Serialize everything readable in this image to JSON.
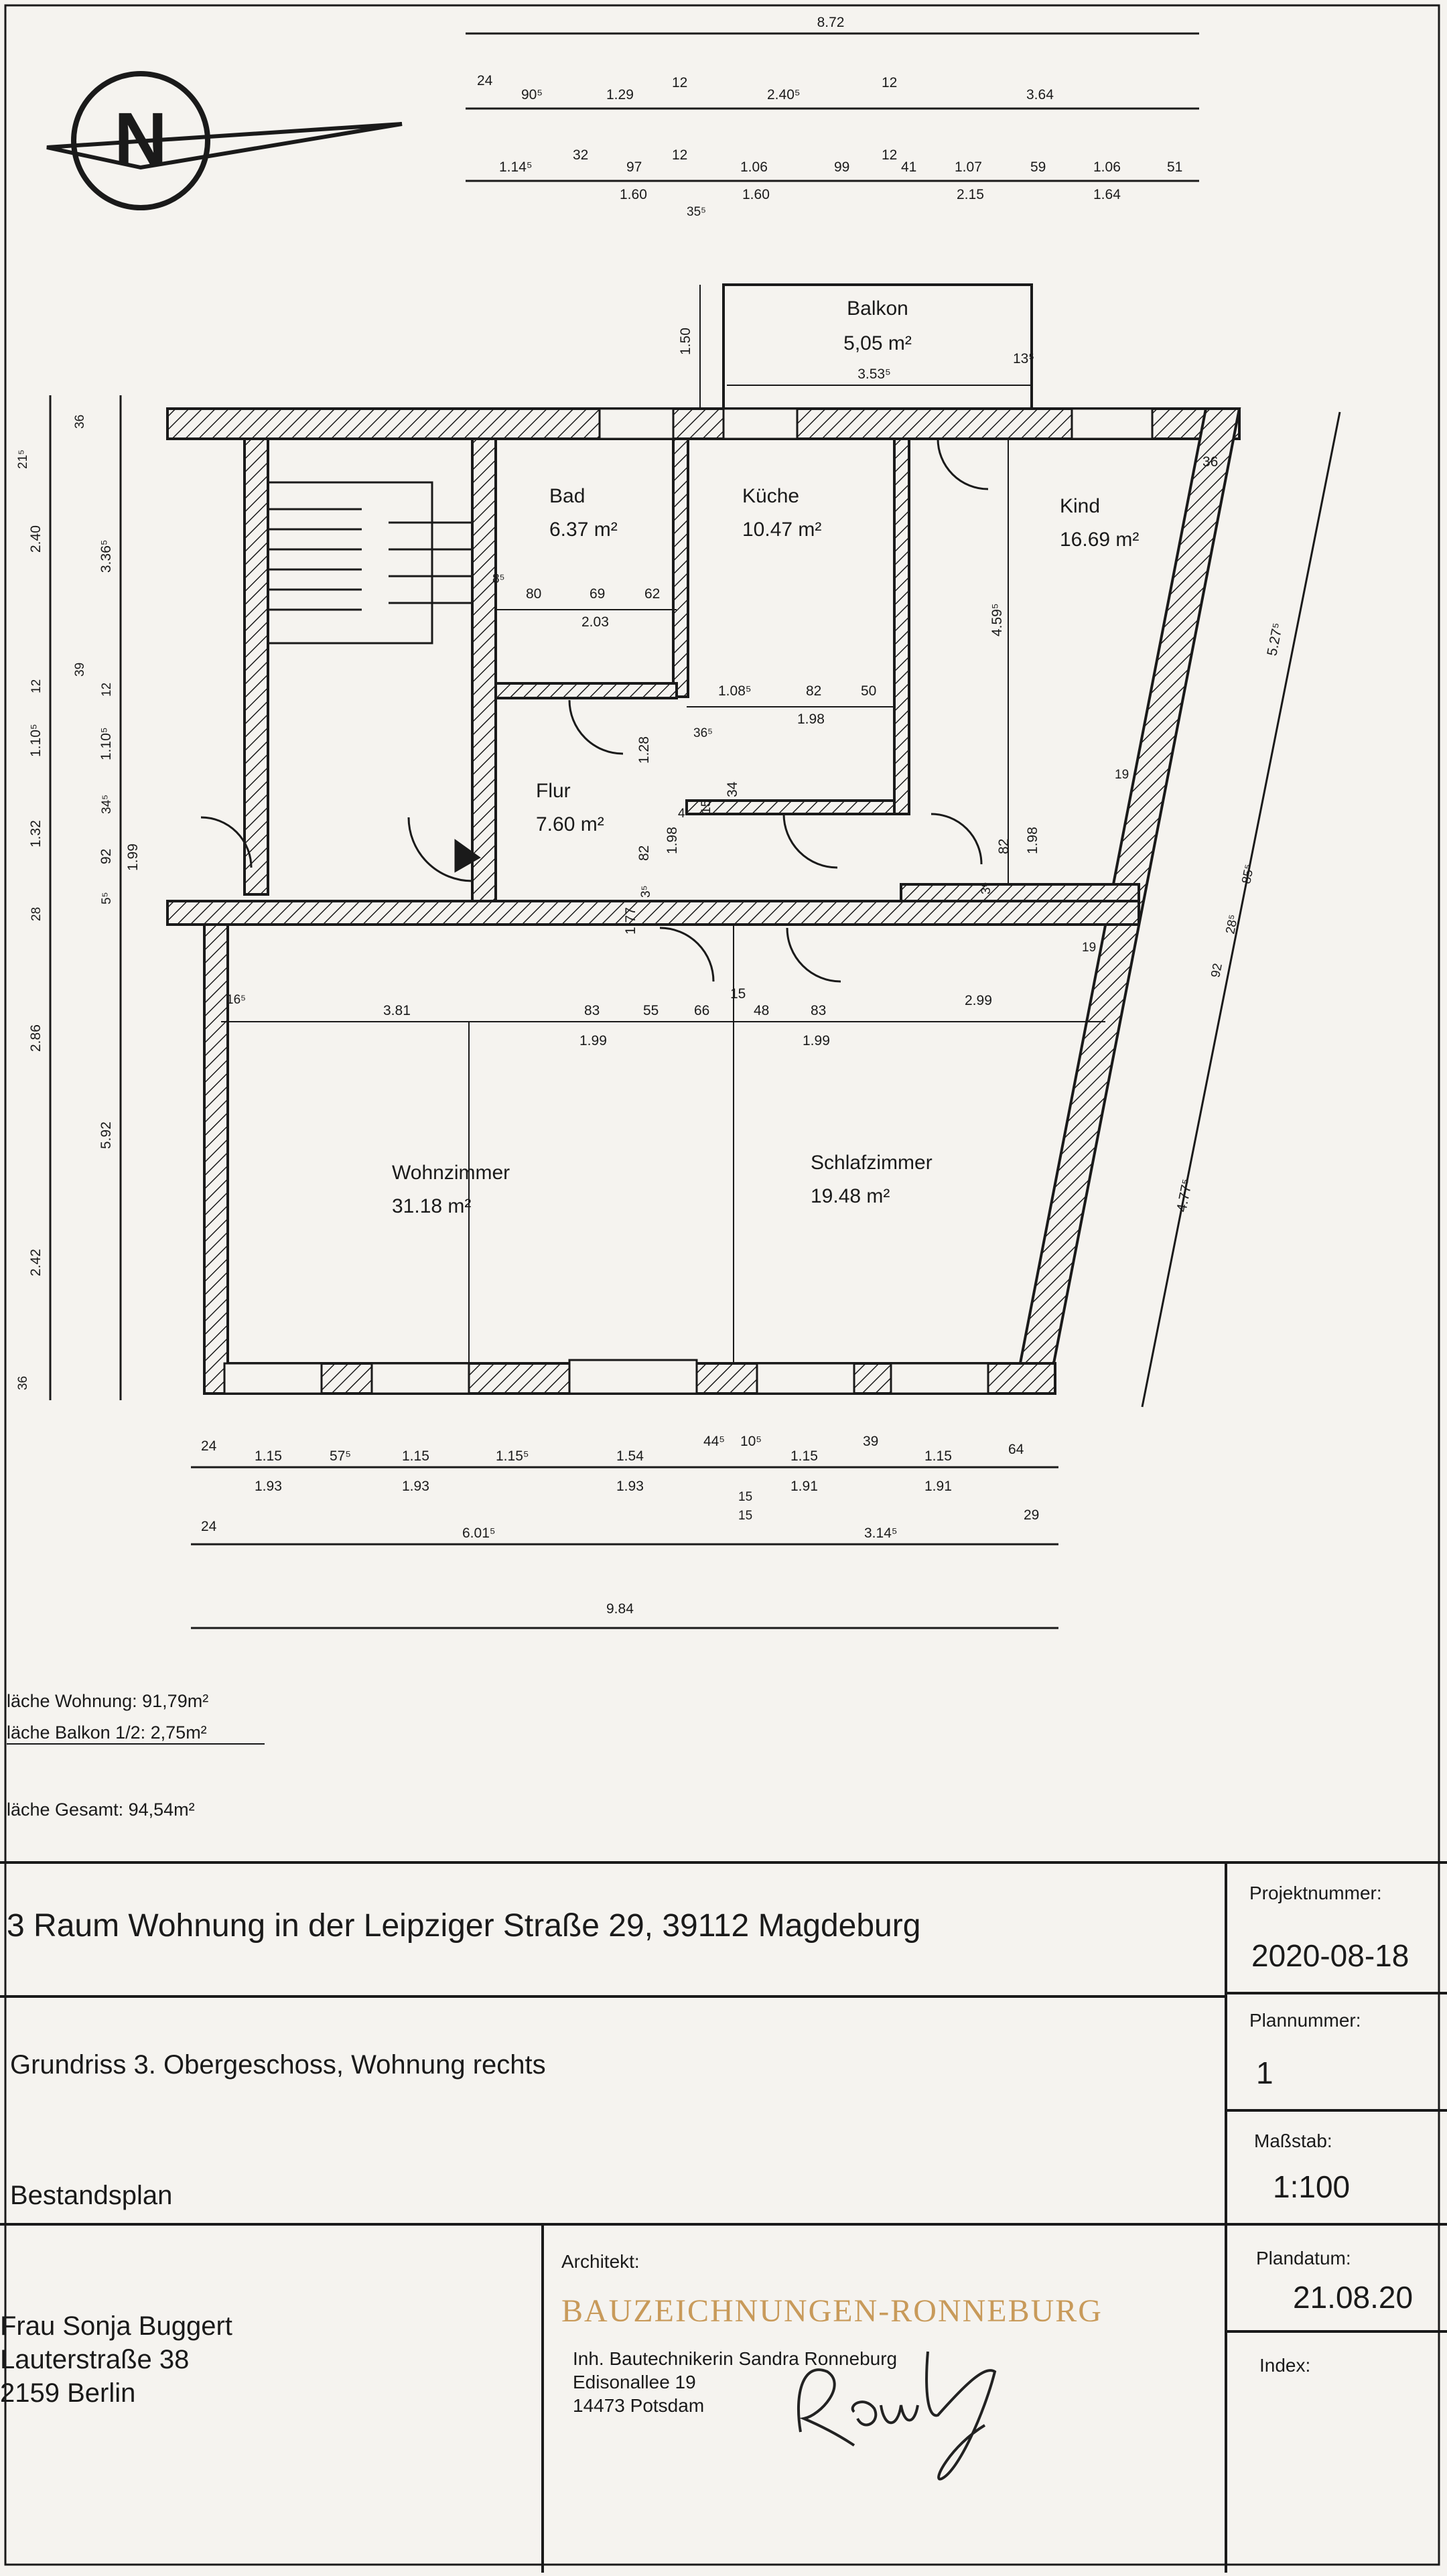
{
  "north_label": "N",
  "balcony": {
    "name": "Balkon",
    "area": "5,05 m²",
    "width": "3.53⁵",
    "depth": "1.50",
    "side": "13⁵"
  },
  "rooms": {
    "bad": {
      "name": "Bad",
      "area": "6.37 m²"
    },
    "kueche": {
      "name": "Küche",
      "area": "10.47 m²"
    },
    "kind": {
      "name": "Kind",
      "area": "16.69 m²"
    },
    "flur": {
      "name": "Flur",
      "area": "7.60 m²"
    },
    "wohnzimmer": {
      "name": "Wohnzimmer",
      "area": "31.18 m²"
    },
    "schlafzimmer": {
      "name": "Schlafzimmer",
      "area": "19.48 m²"
    }
  },
  "top_dims": {
    "overall": "8.72",
    "row1": [
      "24",
      "90⁵",
      "1.29",
      "12",
      "2.40⁵",
      "12",
      "3.64"
    ],
    "row2_top": [
      "1.14⁵",
      "32",
      "97",
      "12",
      "1.06",
      "99",
      "12",
      "41",
      "1.07",
      "59",
      "1.06",
      "51"
    ],
    "row2_bottom": [
      "1.60",
      "35⁵",
      "1.60",
      "2.15",
      "1.64"
    ]
  },
  "interior_dims": {
    "bad_row": [
      "80",
      "69",
      "62"
    ],
    "bad_total": "2.03",
    "kueche_row": [
      "1.08⁵",
      "82",
      "50"
    ],
    "kueche_total": "1.98",
    "kind_height": "4.59⁵",
    "flur_a": "36⁵",
    "flur_b": "1.28",
    "flur_c": "34",
    "flur_d": "4",
    "flur_e": "15",
    "flur_f": "82",
    "flur_g": "1.98",
    "flur_h": "1.77",
    "flur_i": "3⁵",
    "kind_door": "82",
    "kind_door_h": "1.98",
    "kind_small": "3⁵",
    "bad_small": "8⁵",
    "right_wall_a": "19",
    "right_wall_b": "19",
    "corner": "36",
    "mid_row": [
      "16⁵",
      "3.81",
      "83",
      "55",
      "66",
      "15",
      "48",
      "83",
      "2.99"
    ],
    "mid_row_bottom": [
      "1.99",
      "1.99"
    ]
  },
  "left_dims": {
    "col1": [
      "21⁵",
      "36",
      "2.40",
      "12",
      "1.10⁵",
      "1.32",
      "28",
      "2.86",
      "2.42",
      "36"
    ],
    "col2": [
      "3.36⁵",
      "39",
      "12",
      "1.10⁵",
      "34⁵",
      "92",
      "1.99",
      "5⁵",
      "5.92"
    ]
  },
  "right_dims": [
    "5.27⁵",
    "28⁵",
    "85⁵",
    "92",
    "4.77⁵"
  ],
  "bottom_dims": {
    "row1_top": [
      "24",
      "1.15",
      "57⁵",
      "1.15",
      "1.15⁵",
      "1.54",
      "44⁵",
      "10⁵",
      "1.15",
      "39",
      "1.15",
      "64"
    ],
    "row1_bottom": [
      "1.93",
      "1.93",
      "1.93",
      "15",
      "1.91",
      "1.91"
    ],
    "row2": [
      "24",
      "6.01⁵",
      "15",
      "3.14⁵",
      "29"
    ],
    "overall": "9.84"
  },
  "areas": {
    "apartment": "läche Wohnung: 91,79m²",
    "balcony_half": "läche Balkon 1/2: 2,75m²",
    "total": "läche Gesamt: 94,54m²"
  },
  "title_block": {
    "project": "3 Raum Wohnung in der Leipziger Straße 29, 39112 Magdeburg",
    "plan": "Grundriss 3. Obergeschoss, Wohnung rechts",
    "type": "Bestandsplan",
    "client_lines": [
      "Frau Sonja Buggert",
      "Lauterstraße 38",
      "2159 Berlin"
    ],
    "architect_label": "Architekt:",
    "architect_logo": "BAUZEICHNUNGEN-RONNEBURG",
    "architect_lines": [
      "Inh. Bautechnikerin Sandra Ronneburg",
      "Edisonallee 19",
      "14473 Potsdam"
    ],
    "signature": "Ronneburg",
    "project_no_label": "Projektnummer:",
    "project_no": "2020-08-18",
    "plan_no_label": "Plannummer:",
    "plan_no": "1",
    "scale_label": "Maßstab:",
    "scale": "1:100",
    "date_label": "Plandatum:",
    "date": "21.08.20",
    "index_label": "Index:"
  },
  "colors": {
    "paper": "#f5f3ef",
    "ink": "#1a1a1a",
    "logo": "#c89a5a"
  }
}
